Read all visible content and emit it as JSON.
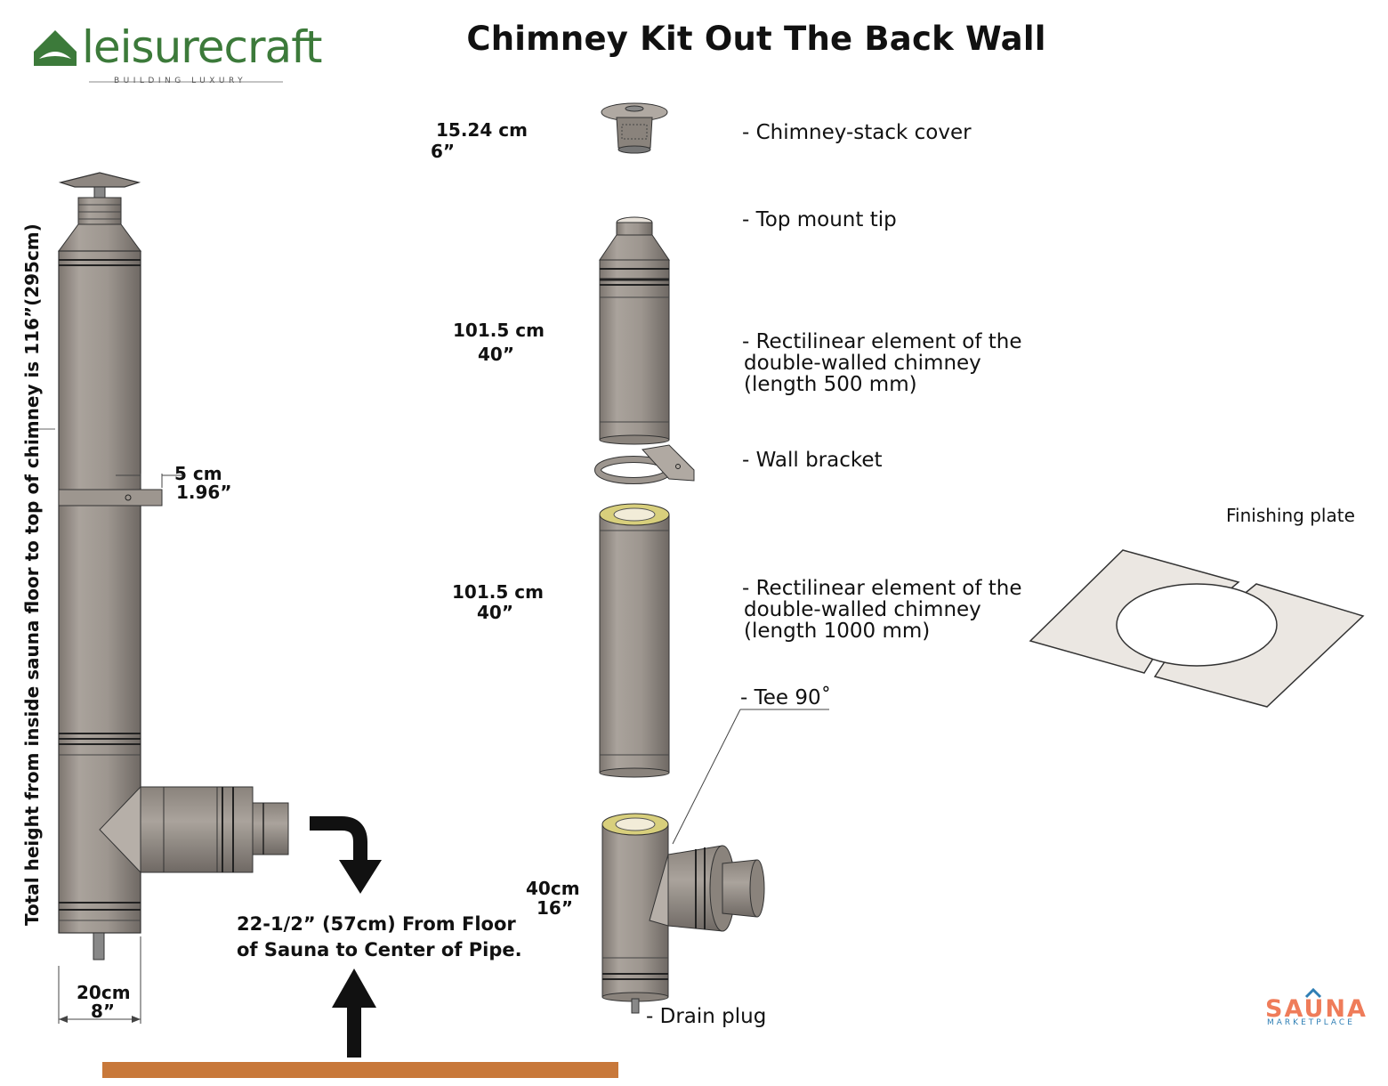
{
  "title": "Chimney Kit Out The Back Wall",
  "logo": {
    "name": "leisurecraft",
    "tagline": "BUILDING LUXURY",
    "color": "#3c7a3a",
    "icon": "roof-leaf-icon"
  },
  "vertical_label": "Total height from inside sauna floor to top of chimney is 116”(295cm)",
  "left_assembly": {
    "bracket_dim_cm": "5 cm",
    "bracket_dim_in": "1.96”",
    "width_cm": "20cm",
    "width_in": "8”",
    "floor_note_line1": "22-1/2” (57cm) From Floor",
    "floor_note_line2": "of Sauna to Center of Pipe."
  },
  "parts": [
    {
      "dim_cm": "15.24 cm",
      "dim_in": "6”",
      "label": [
        "- Chimney-stack cover"
      ]
    },
    {
      "label": [
        "- Top mount tip"
      ]
    },
    {
      "dim_cm": "101.5 cm",
      "dim_in": "40”",
      "label": [
        "- Rectilinear element of the",
        "double-walled chimney",
        "(length 500 mm)"
      ]
    },
    {
      "label": [
        "- Wall bracket"
      ]
    },
    {
      "dim_cm": "101.5 cm",
      "dim_in": "40”",
      "label": [
        "- Rectilinear element of the",
        "double-walled chimney",
        "(length 1000 mm)"
      ]
    },
    {
      "label": [
        "- Tee 90˚"
      ]
    },
    {
      "dim_cm": "40cm",
      "dim_in": "16”",
      "label": [
        "- Drain plug"
      ]
    }
  ],
  "finishing_plate_label": "Finishing plate",
  "brand_footer": {
    "name": "SAUNA",
    "sub": "MARKETPLACE"
  },
  "colors": {
    "pipe": "#a39c95",
    "pipe_dark": "#6f6964",
    "floor": "#c8783a",
    "insulation": "#d8cf7c"
  }
}
